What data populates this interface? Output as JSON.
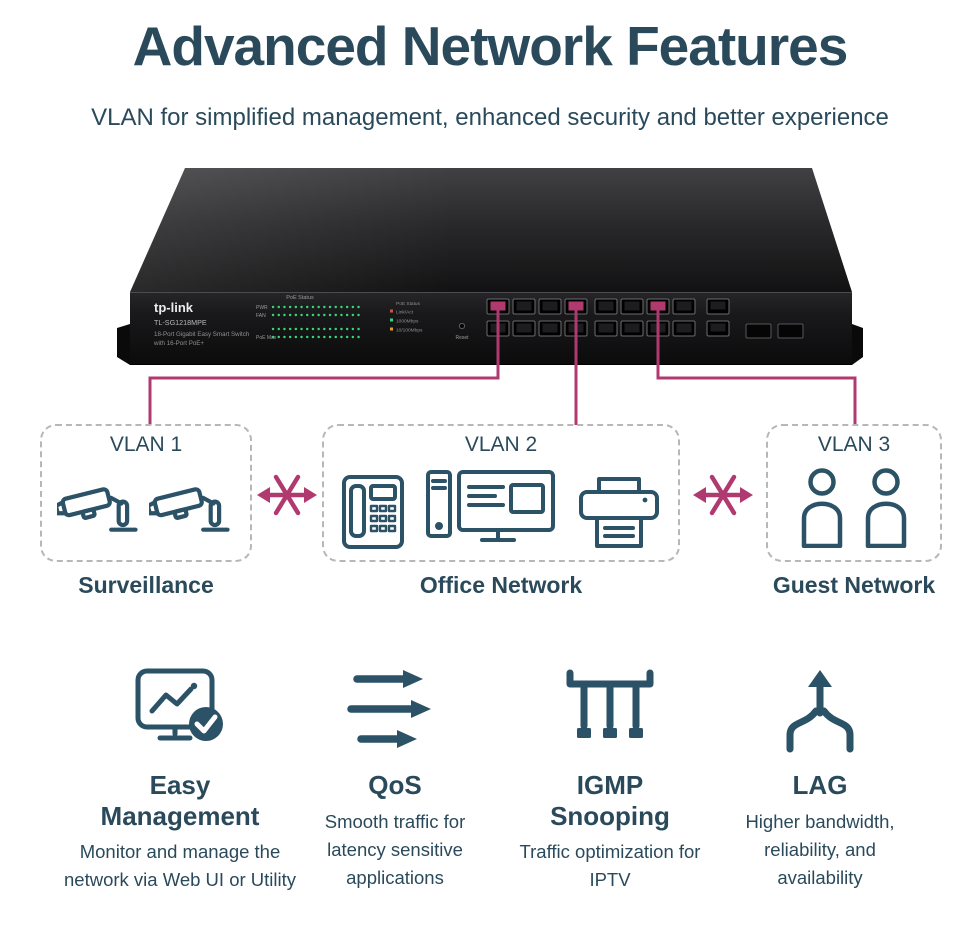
{
  "header": {
    "title": "Advanced Network Features",
    "subtitle": "VLAN for simplified management, enhanced security and better experience"
  },
  "switch": {
    "brand": "tp-link",
    "model": "TL-SG1218MPE",
    "desc1": "18-Port Gigabit Easy Smart Switch",
    "desc2": "with 16-Port PoE+",
    "led_pwr": "PWR",
    "led_fan": "FAN",
    "led_poe_max": "PoE Max",
    "led_poe_status": "PoE Status",
    "legend_poe_status": "PoE Status",
    "legend_link_act": "Link/Act",
    "legend_1000": "1000Mbps",
    "legend_100": "10/100Mbps",
    "reset_label": "Reset",
    "ports": {
      "cols": 4,
      "w": 22,
      "h": 15,
      "pitch": 26,
      "group_x": [
        377,
        485
      ],
      "row_y": [
        141,
        163
      ],
      "highlighted": [
        [
          0,
          0,
          0
        ],
        [
          0,
          3,
          0
        ],
        [
          1,
          2,
          0
        ]
      ]
    }
  },
  "vlans": [
    {
      "label": "VLAN 1",
      "name": "Surveillance"
    },
    {
      "label": "VLAN 2",
      "name": "Office Network"
    },
    {
      "label": "VLAN 3",
      "name": "Guest Network"
    }
  ],
  "features": [
    {
      "title": "Easy Management",
      "description": "Monitor and manage the network via Web UI or Utility"
    },
    {
      "title": "QoS",
      "description": "Smooth traffic for latency sensitive applications"
    },
    {
      "title": "IGMP Snooping",
      "description": "Traffic optimization for IPTV"
    },
    {
      "title": "LAG",
      "description": "Higher bandwidth, reliability, and availability"
    }
  ],
  "colors": {
    "text": "#2a4a5b",
    "accent": "#b03a70",
    "icon": "#2b5266",
    "led_green": "#35d877"
  }
}
